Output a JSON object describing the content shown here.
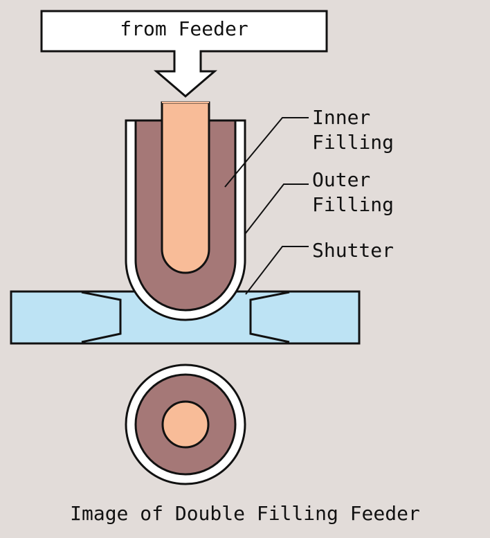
{
  "arrow": {
    "label": "from Feeder"
  },
  "labels": {
    "inner_filling": "Inner\nFilling",
    "outer_filling": "Outer\nFilling",
    "shutter": "Shutter"
  },
  "caption": "Image of Double Filling Feeder",
  "colors": {
    "background": "#e2dcd9",
    "inner_filling": "#f8bc98",
    "outer_filling": "#a57877",
    "shutter": "#bde3f4",
    "nozzle_wall": "#ffffff",
    "outline": "#111111"
  }
}
